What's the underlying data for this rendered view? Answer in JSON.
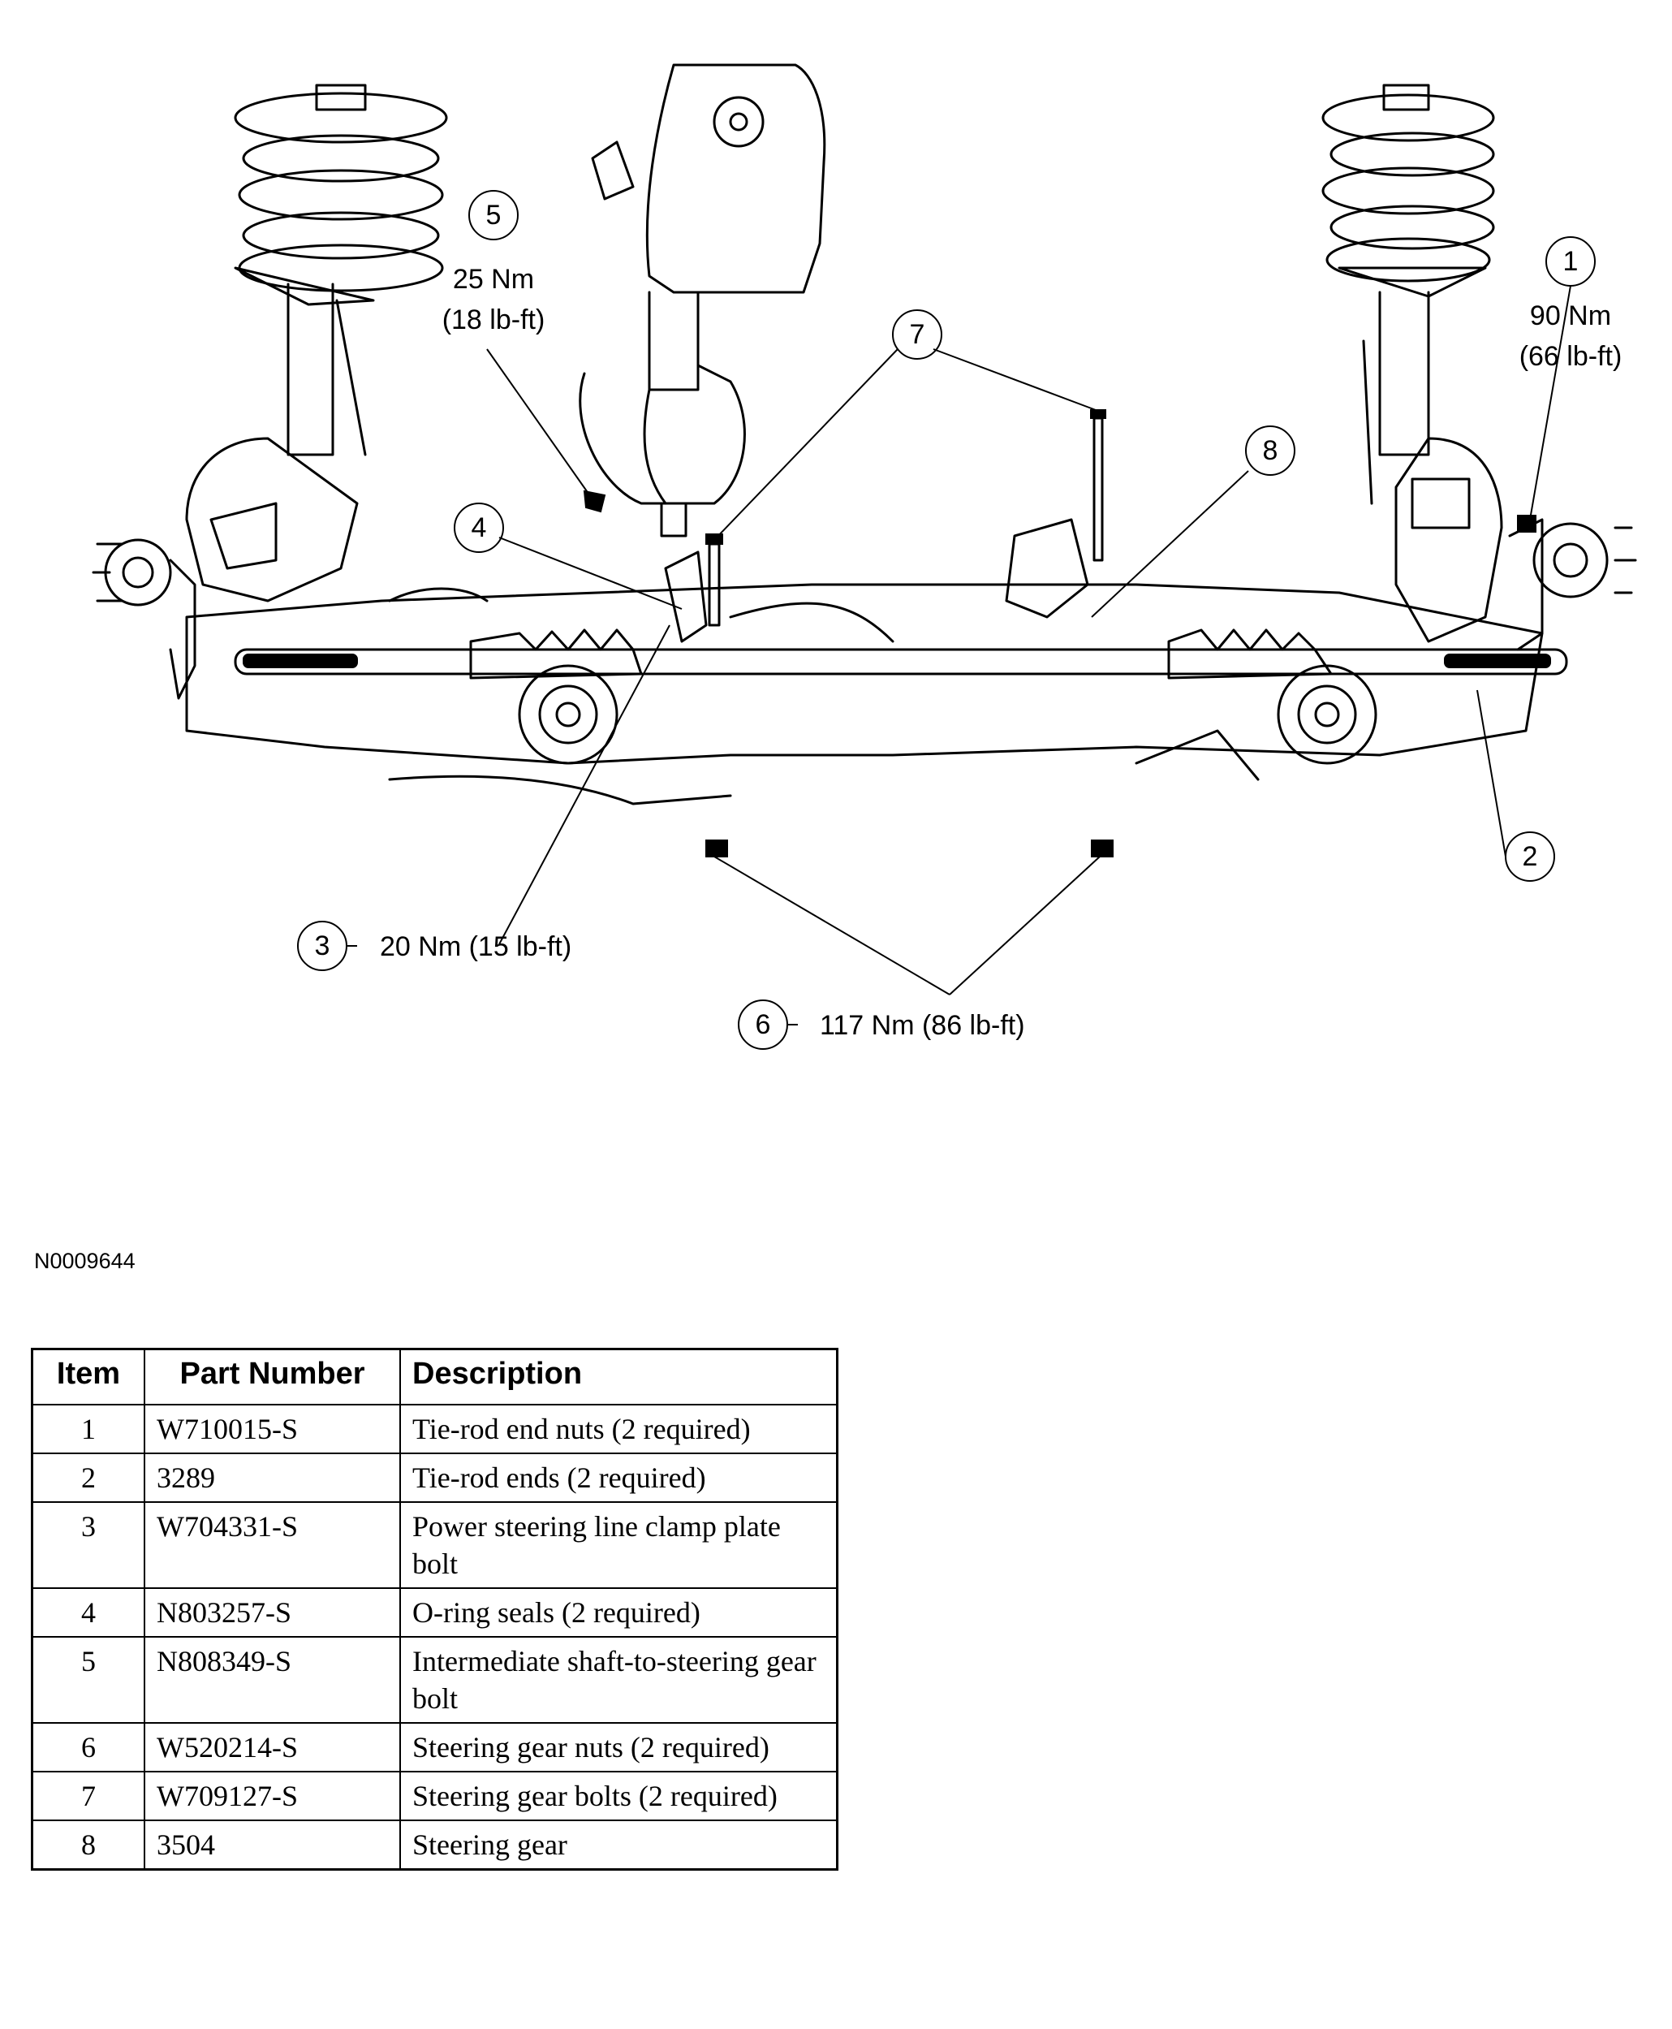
{
  "callouts": [
    {
      "num": "1",
      "torque_nm": "90 Nm",
      "torque_lbft": "(66 lb-ft)"
    },
    {
      "num": "2"
    },
    {
      "num": "3",
      "torque": "20 Nm (15 lb-ft)"
    },
    {
      "num": "4"
    },
    {
      "num": "5",
      "torque_nm": "25 Nm",
      "torque_lbft": "(18 lb-ft)"
    },
    {
      "num": "6",
      "torque": "117 Nm (86 lb-ft)"
    },
    {
      "num": "7"
    },
    {
      "num": "8"
    }
  ],
  "figure_id": "N0009644",
  "table": {
    "headers": [
      "Item",
      "Part Number",
      "Description"
    ],
    "rows": [
      {
        "item": "1",
        "part": "W710015-S",
        "desc": "Tie-rod end nuts (2 required)"
      },
      {
        "item": "2",
        "part": "3289",
        "desc": "Tie-rod ends (2 required)"
      },
      {
        "item": "3",
        "part": "W704331-S",
        "desc": "Power steering line clamp plate bolt"
      },
      {
        "item": "4",
        "part": "N803257-S",
        "desc": "O-ring seals (2 required)"
      },
      {
        "item": "5",
        "part": "N808349-S",
        "desc": "Intermediate shaft-to-steering gear bolt"
      },
      {
        "item": "6",
        "part": "W520214-S",
        "desc": "Steering gear nuts (2 required)"
      },
      {
        "item": "7",
        "part": "W709127-S",
        "desc": "Steering gear bolts (2 required)"
      },
      {
        "item": "8",
        "part": "3504",
        "desc": "Steering gear"
      }
    ]
  }
}
